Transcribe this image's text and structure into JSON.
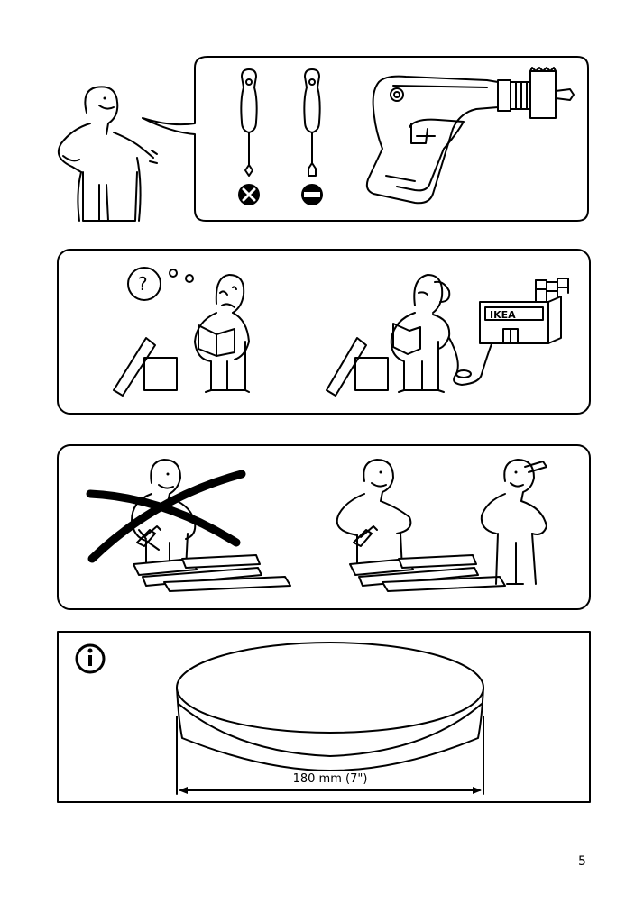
{
  "panels": {
    "tools": {
      "screwdriver_cross_icon": "phillips-screwdriver-icon",
      "screwdriver_flat_icon": "flathead-screwdriver-icon",
      "drill_icon": "power-drill-icon"
    },
    "help": {
      "question_mark": "?",
      "store_sign": "IKEA"
    },
    "two_people": {},
    "info": {
      "icon": "info-icon",
      "dimension_label": "180 mm (7\")"
    }
  },
  "page_number": "5"
}
